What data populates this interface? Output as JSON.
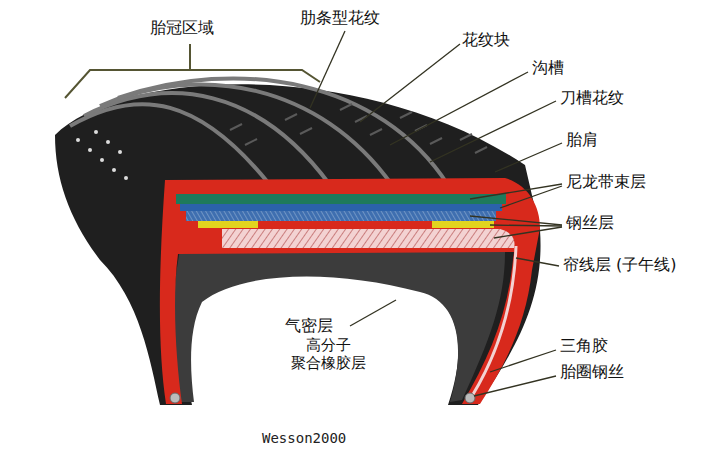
{
  "diagram": {
    "labels": [
      "胎冠区域",
      "肋条型花纹",
      "花纹块",
      "沟槽",
      "刀槽花纹",
      "胎肩",
      "尼龙带束层",
      "钢丝层",
      "帘线层 (子午线)",
      "气密层",
      "高分子 聚合橡胶层",
      "三角胶",
      "胎圈钢丝",
      "Wesson2000"
    ]
  }
}
